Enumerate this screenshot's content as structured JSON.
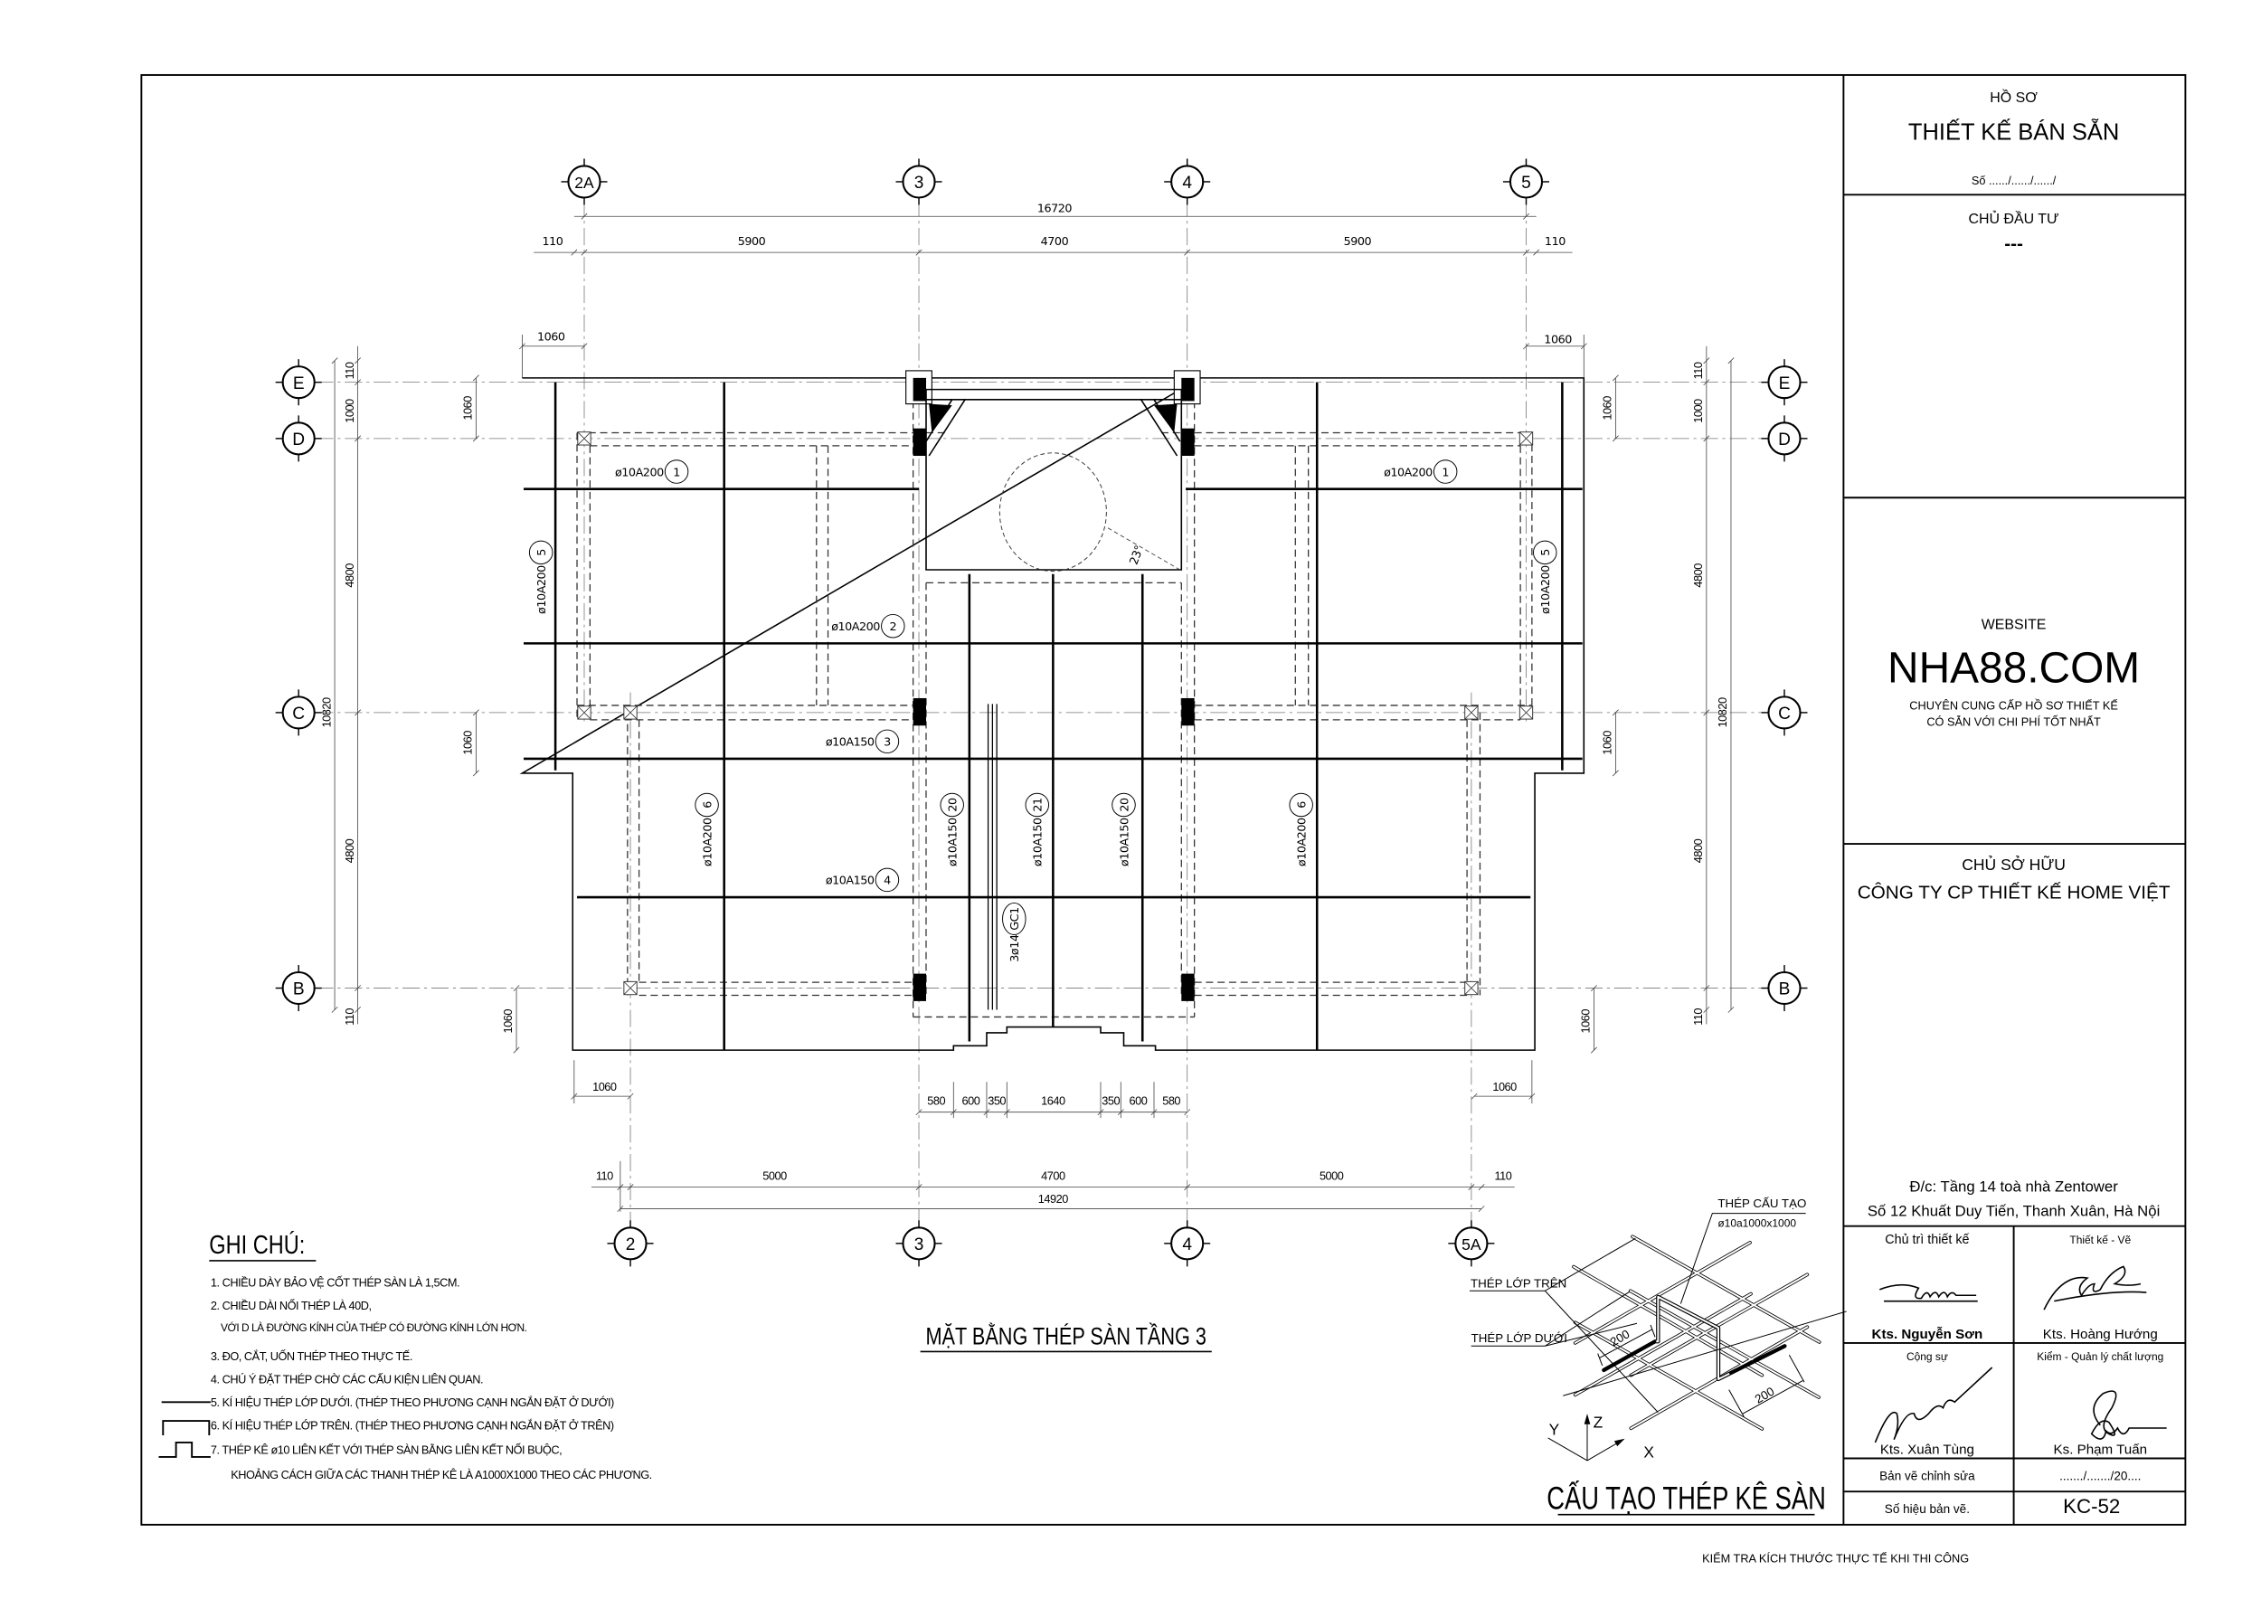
{
  "title_block": {
    "ho_so": "HỒ SƠ",
    "project_type": "THIẾT KẾ BÁN SẴN",
    "so": "Số ....../....../....../",
    "chu_dau_tu_label": "CHỦ ĐẦU TƯ",
    "chu_dau_tu_value": "---",
    "website_label": "WEBSITE",
    "website": "NHA88.COM",
    "tagline_1": "CHUYÊN CUNG CẤP HỒ SƠ THIẾT KẾ",
    "tagline_2": "CÓ SẴN VỚI CHI PHÍ TỐT NHẤT",
    "chu_so_huu_label": "CHỦ SỞ HỮU",
    "chu_so_huu_value": "CÔNG TY CP THIẾT KẾ HOME VIỆT",
    "address_1": "Đ/c: Tầng 14 toà nhà Zentower",
    "address_2": "Số 12 Khuất Duy Tiến, Thanh Xuân, Hà Nội",
    "roles": [
      {
        "role": "Chủ trì thiết kế",
        "name": "Kts. Nguyễn Sơn"
      },
      {
        "role": "Thiết kế - Vẽ",
        "name": "Kts. Hoàng Hướng"
      },
      {
        "role": "Cộng sự",
        "name": "Kts. Xuân Tùng"
      },
      {
        "role": "Kiểm - Quản lý chất lượng",
        "name": "Ks. Phạm Tuấn"
      }
    ],
    "revision_label": "Bản vẽ chỉnh sửa",
    "revision_value": "......./......./20....",
    "drawing_no_label": "Số hiệu bản vẽ.",
    "drawing_no": "KC-52"
  },
  "footer": "KIỂM TRA KÍCH THƯỚC THỰC TẾ KHI THI CÔNG",
  "plan": {
    "title": "MẶT BẰNG THÉP SÀN TẦNG 3",
    "grid_top": [
      "2A",
      "3",
      "4",
      "5"
    ],
    "grid_bottom": [
      "2",
      "3",
      "4",
      "5A"
    ],
    "grid_rows": [
      "E",
      "D",
      "C",
      "B"
    ],
    "dims_top": {
      "overall": "16720",
      "segments": [
        "110",
        "5900",
        "4700",
        "5900",
        "110"
      ],
      "left_overhang": "1060",
      "right_overhang": "1060"
    },
    "dims_side": {
      "segments": [
        "110",
        "1000",
        "4800",
        "4800",
        "110"
      ],
      "overall": "10820",
      "overhangs": [
        "1060",
        "1060",
        "1060"
      ]
    },
    "dims_bottom": {
      "overhangs": [
        "1060",
        "1060"
      ],
      "stair": [
        "580",
        "600",
        "350",
        "1640",
        "350",
        "600",
        "580"
      ],
      "segments": [
        "110",
        "5000",
        "4700",
        "5000",
        "110"
      ],
      "overall": "14920"
    },
    "angle": "23°",
    "rebar_labels": [
      {
        "spec": "ø10A200",
        "mark": "1"
      },
      {
        "spec": "ø10A200",
        "mark": "1"
      },
      {
        "spec": "ø10A200",
        "mark": "2"
      },
      {
        "spec": "ø10A150",
        "mark": "3"
      },
      {
        "spec": "ø10A150",
        "mark": "4"
      },
      {
        "spec": "ø10A200",
        "mark": "5"
      },
      {
        "spec": "ø10A200",
        "mark": "5"
      },
      {
        "spec": "ø10A200",
        "mark": "6"
      },
      {
        "spec": "ø10A200",
        "mark": "6"
      },
      {
        "spec": "ø10A150",
        "mark": "20"
      },
      {
        "spec": "ø10A150",
        "mark": "21"
      },
      {
        "spec": "ø10A150",
        "mark": "20"
      },
      {
        "spec": "3ø14",
        "mark": "GC1"
      }
    ]
  },
  "notes": {
    "title": "GHI CHÚ:",
    "items": [
      "1. CHIỀU DÀY BẢO VỆ CỐT THÉP SÀN LÀ 1,5CM.",
      "2. CHIỀU DÀI NỐI THÉP LÀ 40D,",
      "VỚI D LÀ ĐƯỜNG KÍNH CỦA THÉP CÓ ĐƯỜNG KÍNH LỚN HƠN.",
      "3. ĐO, CẮT, UỐN THÉP THEO THỰC TẾ.",
      "4. CHÚ Ý ĐẶT THÉP CHỜ CÁC CẤU KIỆN LIÊN QUAN.",
      "5. KÍ HIỆU THÉP LỚP DƯỚI. (THÉP THEO PHƯƠNG CẠNH NGẮN ĐẶT Ở DƯỚI)",
      "6. KÍ HIỆU THÉP LỚP TRÊN. (THÉP THEO PHƯƠNG CẠNH NGẮN ĐẶT Ở TRÊN)",
      "7. THÉP KÊ ø10 LIÊN KẾT VỚI THÉP SÀN BẰNG LIÊN KẾT NỐI BUỘC,",
      "KHOẢNG CÁCH GIỮA CÁC THANH THÉP KÊ LÀ A1000X1000 THEO CÁC PHƯƠNG."
    ]
  },
  "detail": {
    "title": "CẤU TẠO THÉP KÊ SÀN",
    "label_chair": "THÉP CẤU TẠO",
    "label_chair_spec": "ø10a1000x1000",
    "label_top": "THÉP LỚP TRÊN",
    "label_bottom": "THÉP LỚP DƯỚI",
    "dim_1": "200",
    "dim_2": "200",
    "axis_x": "X",
    "axis_y": "Y",
    "axis_z": "Z"
  }
}
